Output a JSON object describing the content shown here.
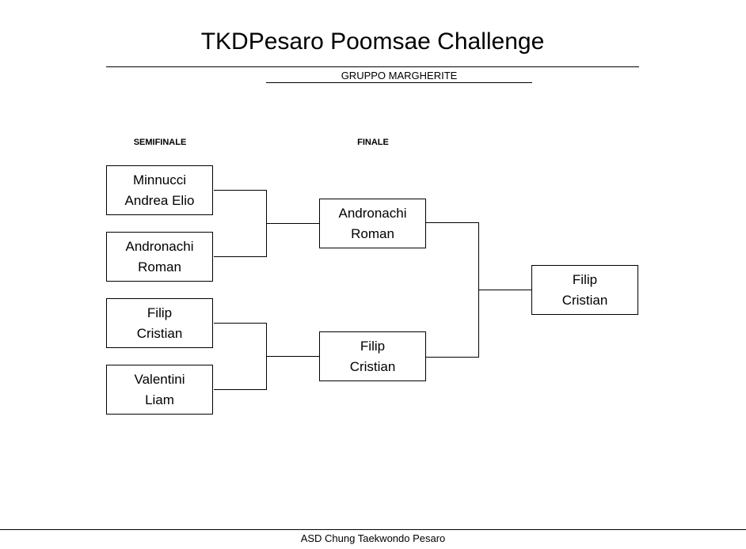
{
  "header": {
    "title": "TKDPesaro Poomsae Challenge",
    "group": "GRUPPO MARGHERITE"
  },
  "rounds": {
    "semifinal_label": "SEMIFINALE",
    "final_label": "FINALE"
  },
  "semifinal": [
    {
      "line1": "Minnucci",
      "line2": "Andrea Elio"
    },
    {
      "line1": "Andronachi",
      "line2": "Roman"
    },
    {
      "line1": "Filip",
      "line2": "Cristian"
    },
    {
      "line1": "Valentini",
      "line2": "Liam"
    }
  ],
  "final": [
    {
      "line1": "Andronachi",
      "line2": "Roman"
    },
    {
      "line1": "Filip",
      "line2": "Cristian"
    }
  ],
  "winner": {
    "line1": "Filip",
    "line2": "Cristian"
  },
  "footer": {
    "org": "ASD Chung Taekwondo Pesaro"
  }
}
